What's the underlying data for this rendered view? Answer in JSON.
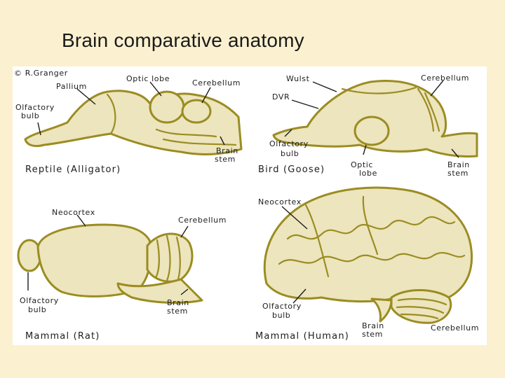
{
  "slide": {
    "title": "Brain comparative anatomy"
  },
  "figure": {
    "credit": "© R.Granger",
    "panels": [
      {
        "caption": "Reptile (Alligator)",
        "labels": [
          "Pallium",
          "Optic lobe",
          "Cerebellum",
          "Olfactory",
          "bulb",
          "Brain",
          "stem"
        ]
      },
      {
        "caption": "Bird (Goose)",
        "labels": [
          "Wulst",
          "Cerebellum",
          "DVR",
          "Olfactory",
          "bulb",
          "Optic",
          "lobe",
          "Brain",
          "stem"
        ]
      },
      {
        "caption": "Mammal (Rat)",
        "labels": [
          "Neocortex",
          "Cerebellum",
          "Olfactory",
          "bulb",
          "Brain",
          "stem"
        ]
      },
      {
        "caption": "Mammal (Human)",
        "labels": [
          "Neocortex",
          "Olfactory",
          "bulb",
          "Brain",
          "stem",
          "Cerebellum"
        ]
      }
    ]
  },
  "colors": {
    "background": "#fbf1d0",
    "brain_outline": "#9b8c22",
    "brain_fill": "#ece5bd"
  }
}
